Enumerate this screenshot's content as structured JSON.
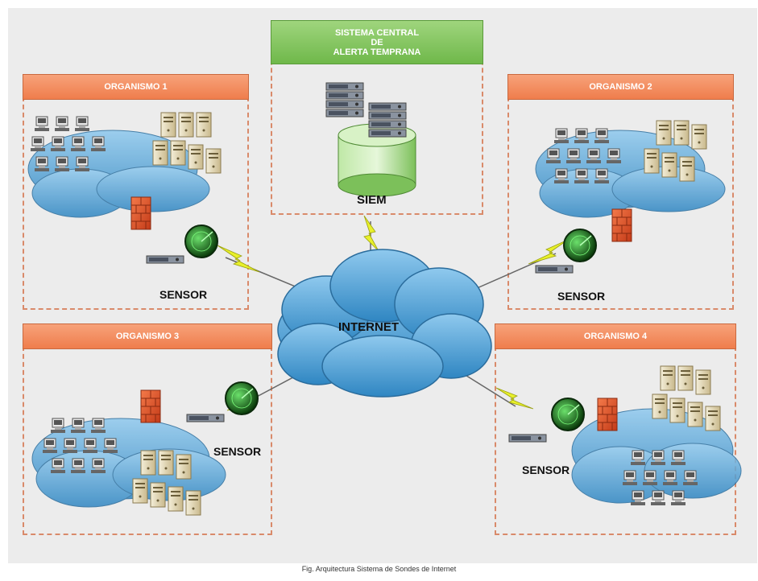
{
  "central": {
    "title_lines": [
      "SISTEMA CENTRAL",
      "DE",
      "ALERTA TEMPRANA"
    ],
    "siem_label": "SIEM"
  },
  "organisms": {
    "o1": "ORGANISMO 1",
    "o2": "ORGANISMO 2",
    "o3": "ORGANISMO 3",
    "o4": "ORGANISMO 4"
  },
  "sensor_label": "SENSOR",
  "internet_label": "INTERNET",
  "caption": "Fig. Arquitectura Sistema de Sondes de Internet",
  "colors": {
    "org_header": "#ef7d4c",
    "central_header": "#6fb84a",
    "dashed_border": "#d98a6a",
    "cloud": "#4a9fd0",
    "firewall": "#e0532a",
    "sensor_radar": "#2e8b2e",
    "lightning": "#e8f02a"
  }
}
